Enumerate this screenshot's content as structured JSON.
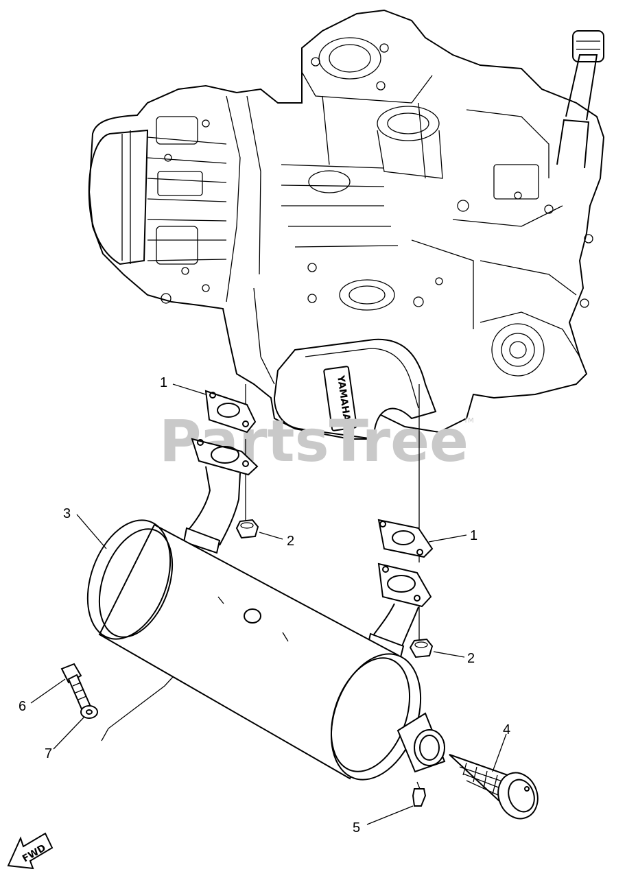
{
  "callouts": [
    {
      "id": "gasket-upper-left",
      "text": "1"
    },
    {
      "id": "gasket-right",
      "text": "1"
    },
    {
      "id": "nut-left",
      "text": "2"
    },
    {
      "id": "nut-right",
      "text": "2"
    },
    {
      "id": "muffler",
      "text": "3"
    },
    {
      "id": "spark-arrester",
      "text": "4"
    },
    {
      "id": "screw",
      "text": "5"
    },
    {
      "id": "bolt",
      "text": "6"
    },
    {
      "id": "washer",
      "text": "7"
    }
  ],
  "watermark": {
    "text": "PartsTree",
    "tm": "TM"
  },
  "engine_stamp": "YAMAHA",
  "direction_arrow": {
    "text": "FWD"
  },
  "colors": {
    "line": "#000000",
    "watermark": "#c9c9c9",
    "background": "#ffffff"
  }
}
